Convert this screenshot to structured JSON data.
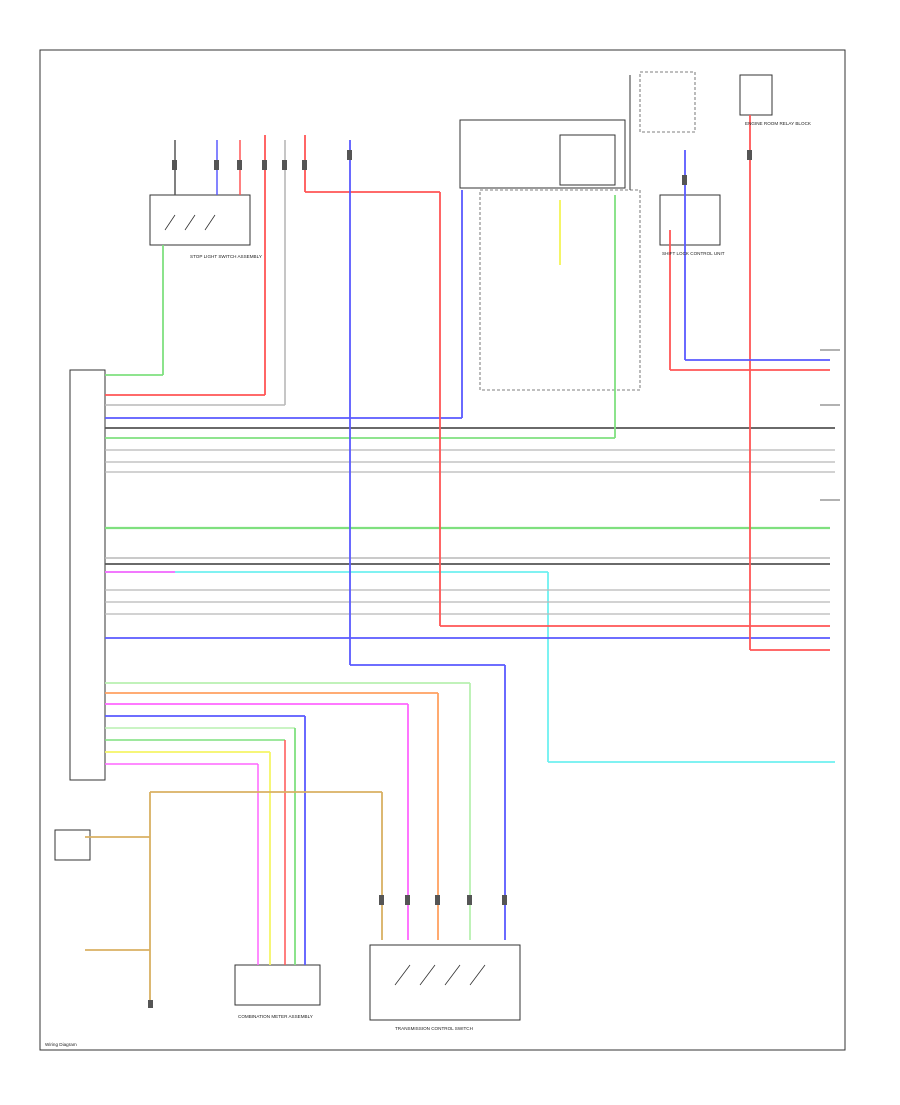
{
  "diagram": {
    "title": "",
    "colors": {
      "black": "#555555",
      "green": "#7fe07f",
      "red": "#ff5555",
      "blue": "#5a5aff",
      "cyan": "#6ef0f0",
      "pink": "#ff66ff",
      "orange": "#ffa060",
      "yellow": "#f5f566",
      "lightgreen": "#b8f0b0",
      "tan": "#d9b062",
      "gray": "#b8b8b8"
    },
    "labels": {
      "stop_light_switch": "STOP LIGHT SWITCH ASSEMBLY",
      "ecm_block": "COMBINATION METER ASSEMBLY",
      "transmission_control_switch": "TRANSMISSION CONTROL SWITCH",
      "shift_lock": "SHIFT LOCK CONTROL UNIT",
      "corner_block": "ENGINE ROOM RELAY BLOCK",
      "page_id": "Wiring Diagram"
    }
  }
}
